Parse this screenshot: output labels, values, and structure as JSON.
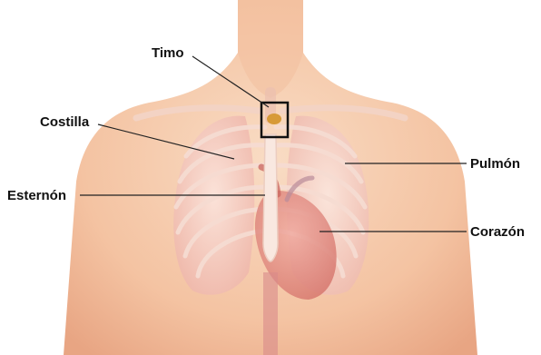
{
  "labels": {
    "thymus": "Timo",
    "rib": "Costilla",
    "sternum": "Esternón",
    "lung": "Pulmón",
    "heart": "Corazón"
  },
  "colors": {
    "skin": "#f5c8a8",
    "skin_shadow": "#e9a888",
    "ribs": "#f7e4dc",
    "lung": "#f0c2ba",
    "heart": "#e2867e",
    "thymus": "#d79a38",
    "leader": "#222222"
  }
}
